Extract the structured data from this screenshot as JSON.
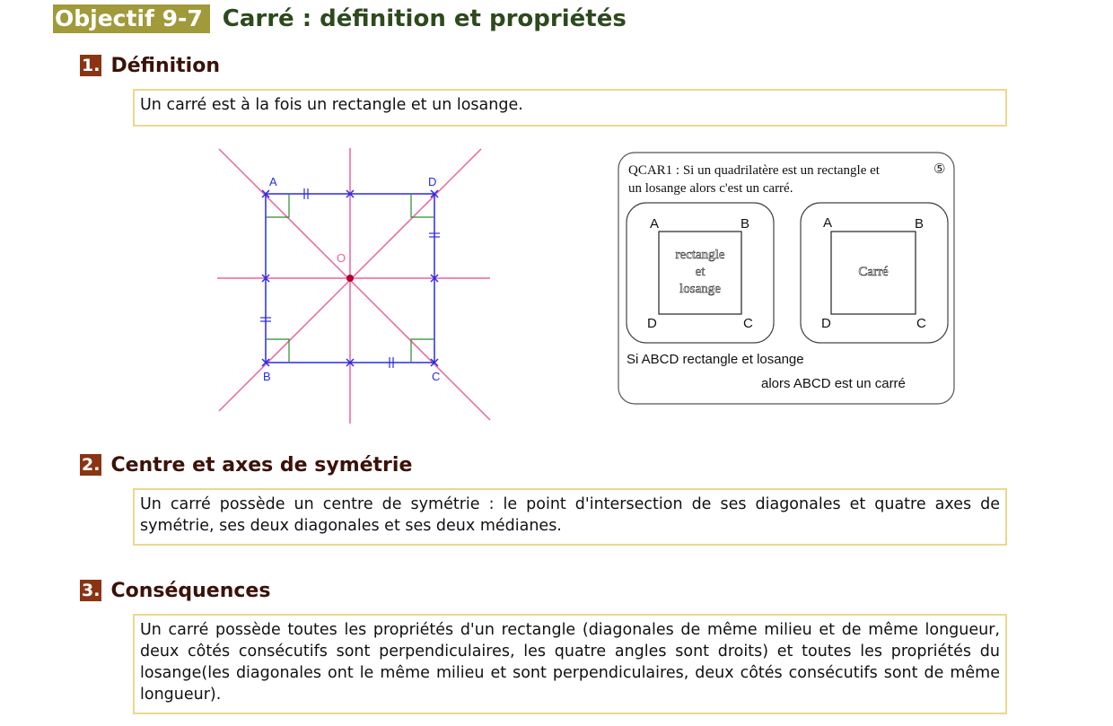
{
  "header": {
    "tag": "Objectif 9-7",
    "title": "Carré : définition et propriétés"
  },
  "sections": [
    {
      "num": "1.",
      "title": "Définition",
      "text": "Un carré est à la fois un rectangle et un losange."
    },
    {
      "num": "2.",
      "title": "Centre et axes de symétrie",
      "text": "Un carré possède un centre de symétrie : le point d'intersection de ses diagonales et quatre axes de symétrie, ses deux diagonales et ses deux médianes."
    },
    {
      "num": "3.",
      "title": "Conséquences",
      "text": "Un carré possède toutes les propriétés d'un rectangle (diagonales de même milieu et de même longueur, deux côtés consécutifs sont perpendiculaires, les quatre angles sont droits) et toutes les propriétés du losange(les diagonales ont le même milieu et sont perpendiculaires, deux côtés consécutifs sont de même longueur)."
    }
  ],
  "figure_square": {
    "labels": {
      "a": "A",
      "b": "B",
      "c": "C",
      "d": "D",
      "o": "O"
    },
    "colors": {
      "axes": "#f0609a",
      "square": "#2a2ae8",
      "right_angle": "#2f8a2f",
      "center": "#b00030"
    }
  },
  "figure_qcar": {
    "heading_line1": "QCAR1 : Si un quadrilatère est un rectangle et",
    "heading_line2": "un losange alors c'est un carré.",
    "badge": "⑤",
    "left": {
      "a": "A",
      "b": "B",
      "c": "C",
      "d": "D",
      "line1": "rectangle",
      "line2": "et",
      "line3": "losange"
    },
    "right": {
      "a": "A",
      "b": "B",
      "c": "C",
      "d": "D",
      "text": "Carré"
    },
    "caption1": "Si ABCD rectangle et losange",
    "caption2": "alors  ABCD est un carré"
  }
}
